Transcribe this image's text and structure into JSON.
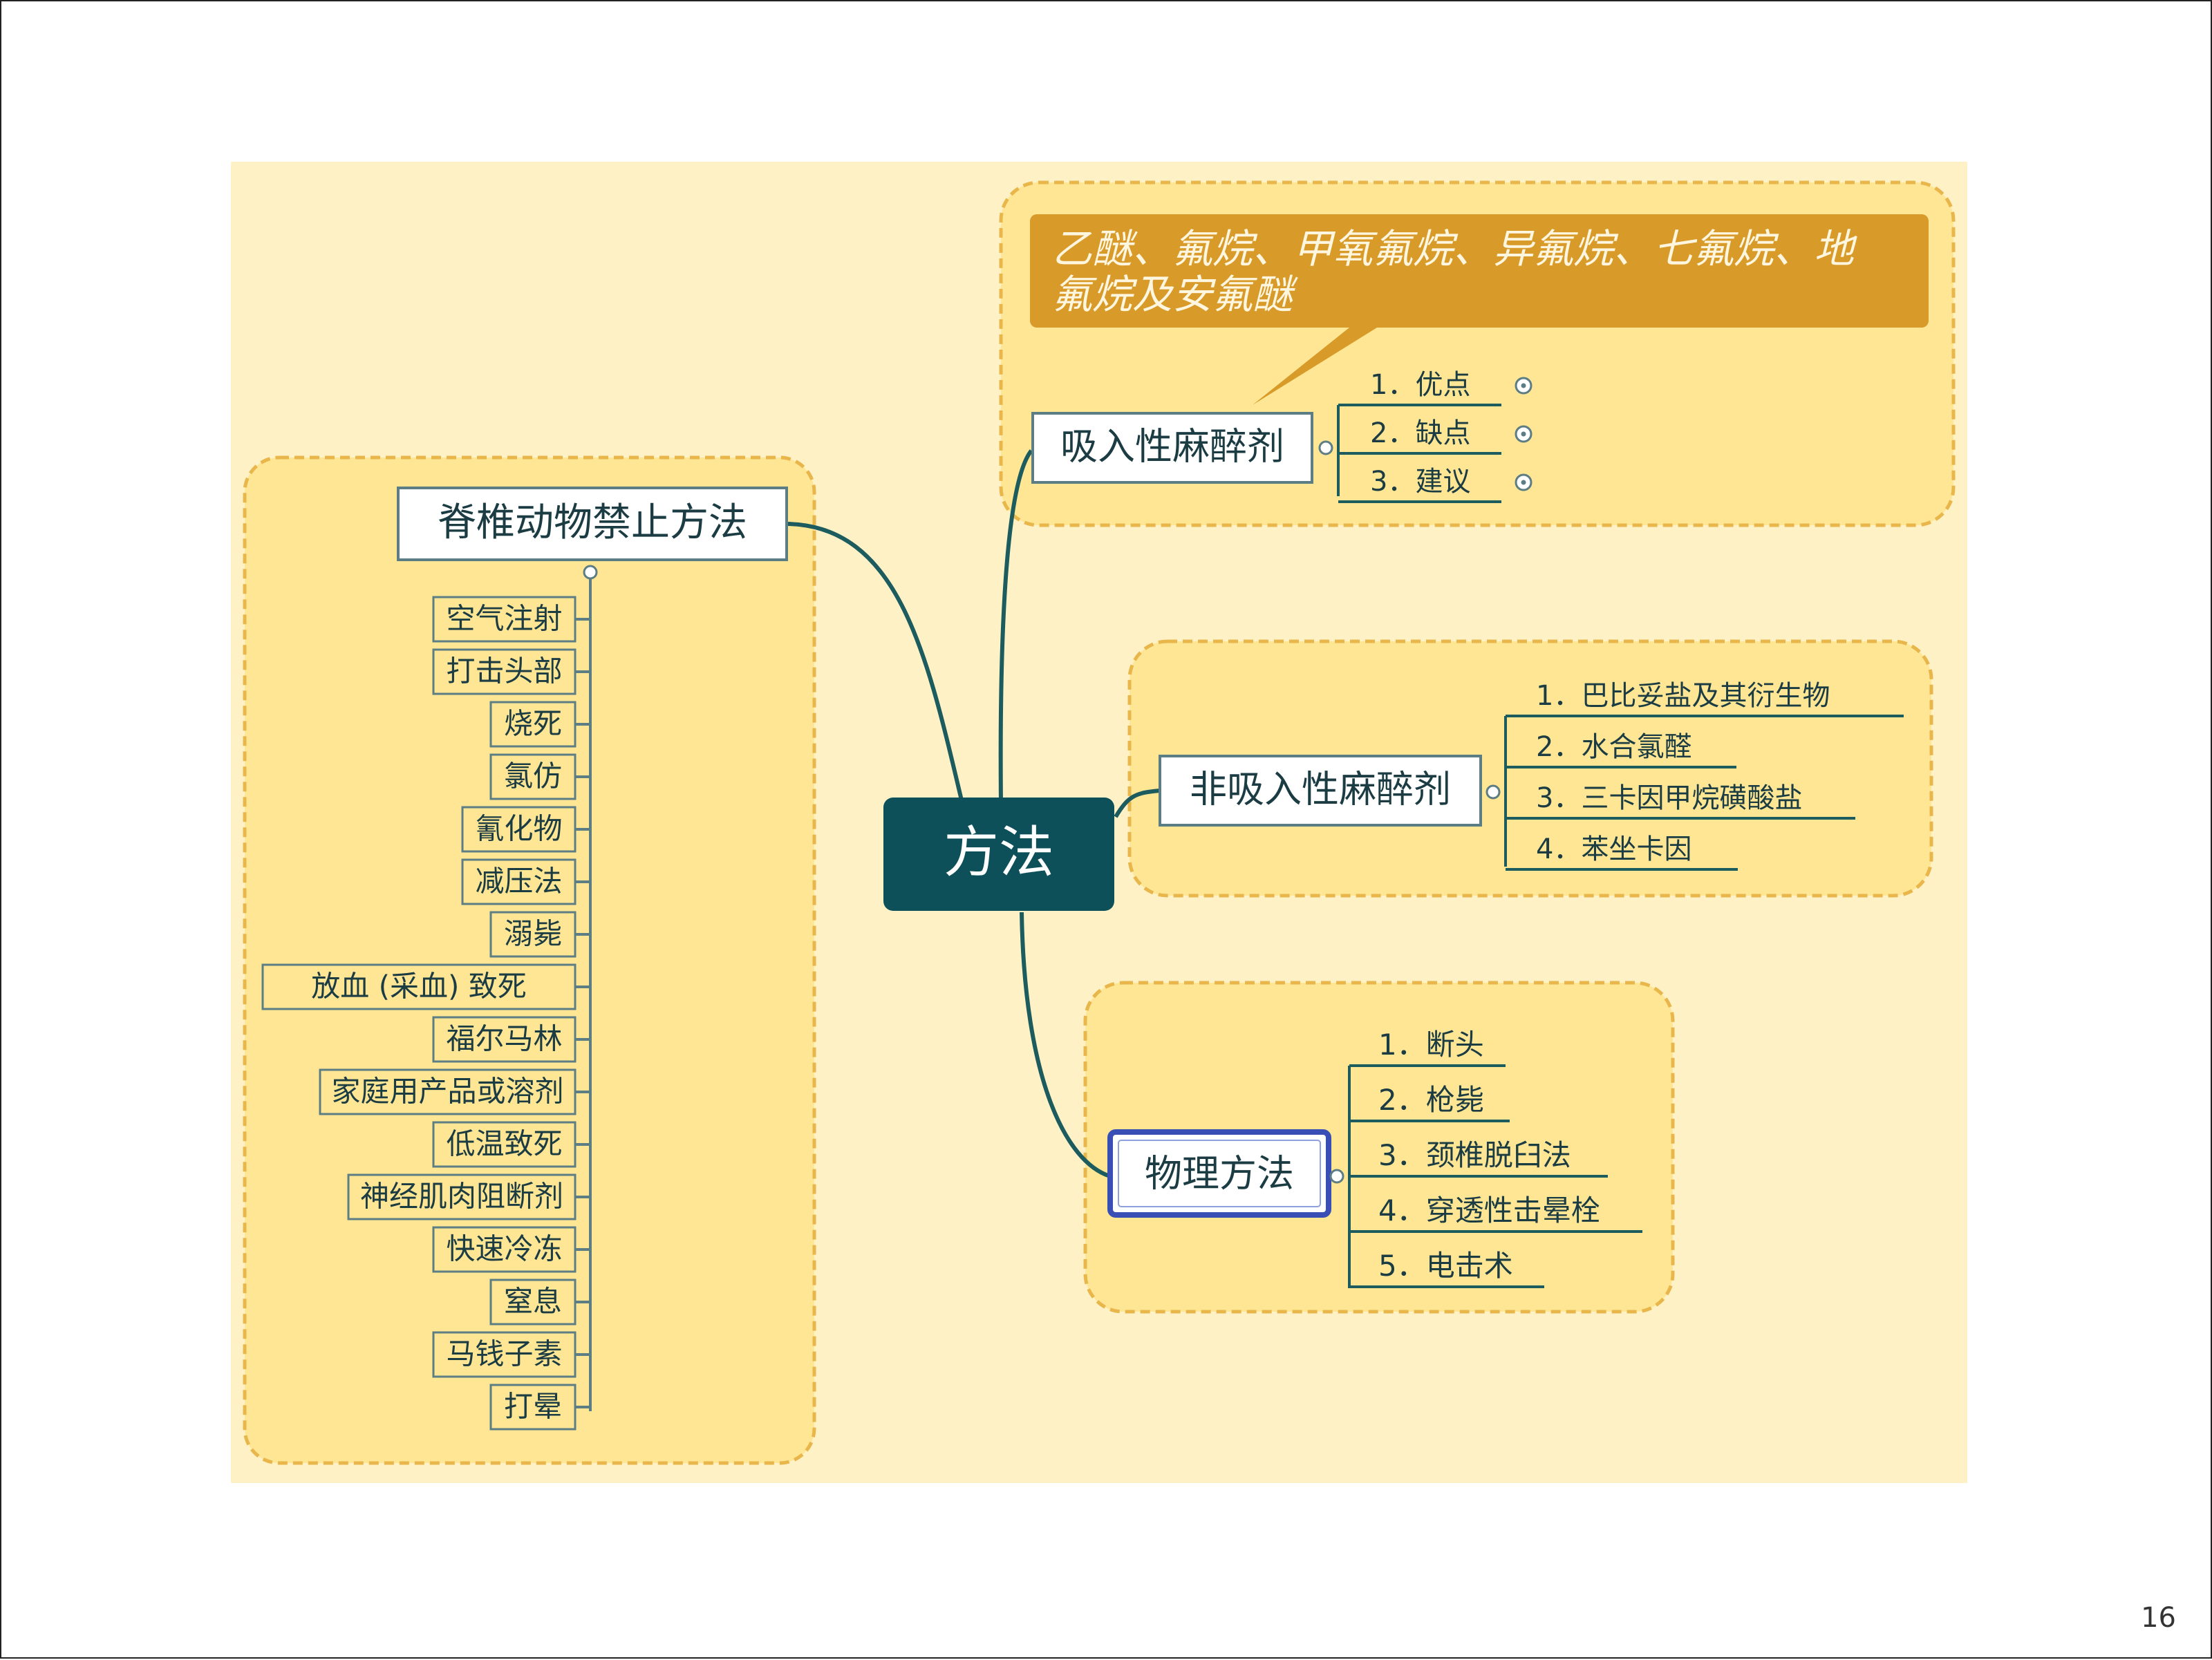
{
  "center": {
    "label": "方法"
  },
  "branches": {
    "vertebrate": {
      "label": "脊椎动物禁止方法",
      "items": [
        "空气注射",
        "打击头部",
        "烧死",
        "氯仿",
        "氰化物",
        "减压法",
        "溺毙",
        "放血 (采血) 致死",
        "福尔马林",
        "家庭用产品或溶剂",
        "低温致死",
        "神经肌肉阻断剂",
        "快速冷冻",
        "窒息",
        "马钱子素",
        "打晕"
      ]
    },
    "inhaled": {
      "label": "吸入性麻醉剂",
      "callout_lines": [
        "乙醚、氟烷、甲氧氟烷、异氟烷、七氟烷、地",
        "氟烷及安氟醚"
      ],
      "items": [
        "1．优点",
        "2．缺点",
        "3．建议"
      ]
    },
    "non_inhaled": {
      "label": "非吸入性麻醉剂",
      "items": [
        "1．巴比妥盐及其衍生物",
        "2．水合氯醛",
        "3．三卡因甲烷磺酸盐",
        "4．苯坐卡因"
      ]
    },
    "physical": {
      "label": "物理方法",
      "items": [
        "1．断头",
        "2．枪毙",
        "3．颈椎脱臼法",
        "4．穿透性击晕栓",
        "5．电击术"
      ]
    }
  },
  "colors": {
    "map_background": "#fff1c6",
    "cloud_fill": "#fee694",
    "cloud_border": "#e8b64a",
    "center_fill": "#0e5059",
    "connector": "#1d5c5e",
    "callout_fill": "#d89a28",
    "text": "#1c3c44"
  },
  "page_number": "16"
}
